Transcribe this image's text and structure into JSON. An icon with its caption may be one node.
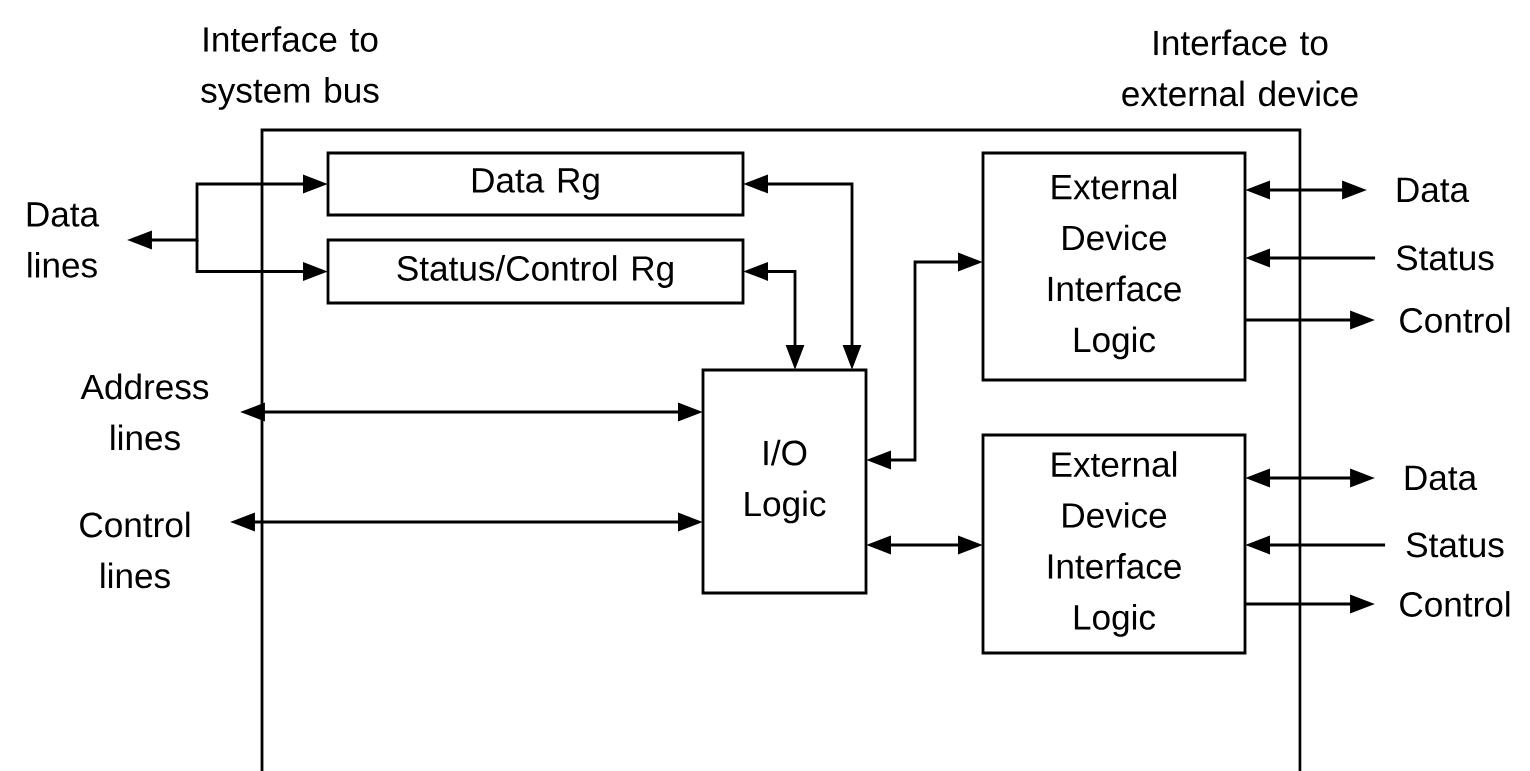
{
  "diagram": {
    "nodes": [
      {
        "text": [],
        "shape": "box"
      },
      {
        "text": [
          "Data Rg"
        ],
        "in": 0
      },
      {
        "text": [
          "Status/Control Rg"
        ],
        "in": 0
      },
      {
        "text": [
          "I/O Logic"
        ],
        "in": 0
      },
      {
        "text": [
          "External Device Interface Logic"
        ],
        "in": 0
      },
      {
        "text": [
          "External Device Interface Logic"
        ],
        "in": 0
      },
      {
        "text": [
          "Data lines"
        ]
      },
      {
        "text": [
          "Address lines"
        ]
      },
      {
        "text": [
          "Control lines"
        ]
      },
      {
        "text": [
          "Data"
        ]
      },
      {
        "text": [
          "Status"
        ]
      },
      {
        "text": [
          "Control"
        ]
      },
      {
        "text": [
          "Data"
        ]
      },
      {
        "text": [
          "Status"
        ]
      },
      {
        "text": [
          "Control"
        ]
      }
    ],
    "edges": [
      {
        "from": 6,
        "to": 1,
        "arrow": "both"
      },
      {
        "from": 6,
        "to": 2,
        "arrow": "both"
      },
      {
        "from": 1,
        "to": 3,
        "arrow": "both"
      },
      {
        "from": 2,
        "to": 3,
        "arrow": "both"
      },
      {
        "from": 7,
        "to": 3,
        "arrow": "both"
      },
      {
        "from": 8,
        "to": 3,
        "arrow": "both"
      },
      {
        "from": 3,
        "to": 4,
        "arrow": "both"
      },
      {
        "from": 3,
        "to": 5,
        "arrow": "both"
      },
      {
        "from": 4,
        "to": 9,
        "arrow": "both"
      },
      {
        "from": 10,
        "to": 4,
        "arrow": "to"
      },
      {
        "from": 4,
        "to": 11,
        "arrow": "to"
      },
      {
        "from": 5,
        "to": 12,
        "arrow": "both"
      },
      {
        "from": 13,
        "to": 5,
        "arrow": "to"
      },
      {
        "from": 5,
        "to": 14,
        "arrow": "to"
      }
    ],
    "labels": [
      "Interface to system bus",
      "Interface to external device"
    ]
  }
}
